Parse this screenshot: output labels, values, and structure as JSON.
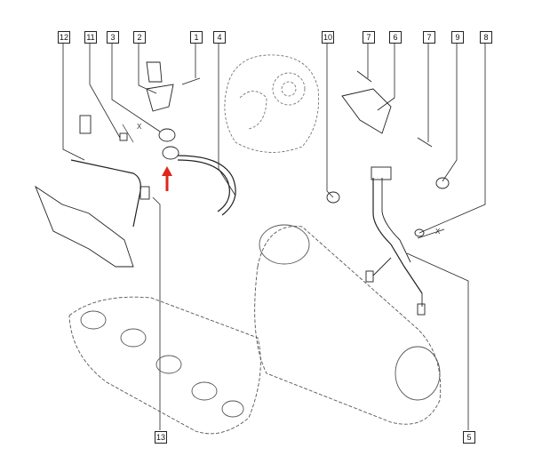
{
  "diagram": {
    "callouts": [
      "12",
      "11",
      "3",
      "2",
      "1",
      "4",
      "10",
      "7",
      "6",
      "7",
      "9",
      "8",
      "13",
      "5"
    ],
    "axis_marker": "X",
    "colors": {
      "line": "#222222",
      "ghost": "#777777",
      "arrow": "#e0261b"
    }
  }
}
